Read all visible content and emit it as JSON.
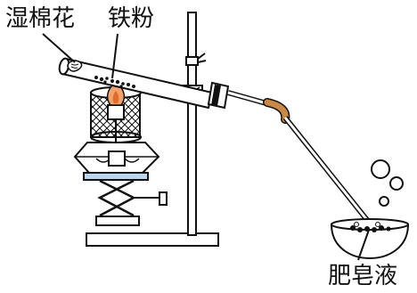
{
  "labels": {
    "wet_cotton": "湿棉花",
    "iron_powder": "铁粉",
    "soap_solution": "肥皂液"
  },
  "colors": {
    "ink": "#111111",
    "flame_outer": "#f2a26b",
    "flame_inner": "#e26a2c",
    "rubber": "#c98a45",
    "soap_dish": "#ffffff"
  }
}
